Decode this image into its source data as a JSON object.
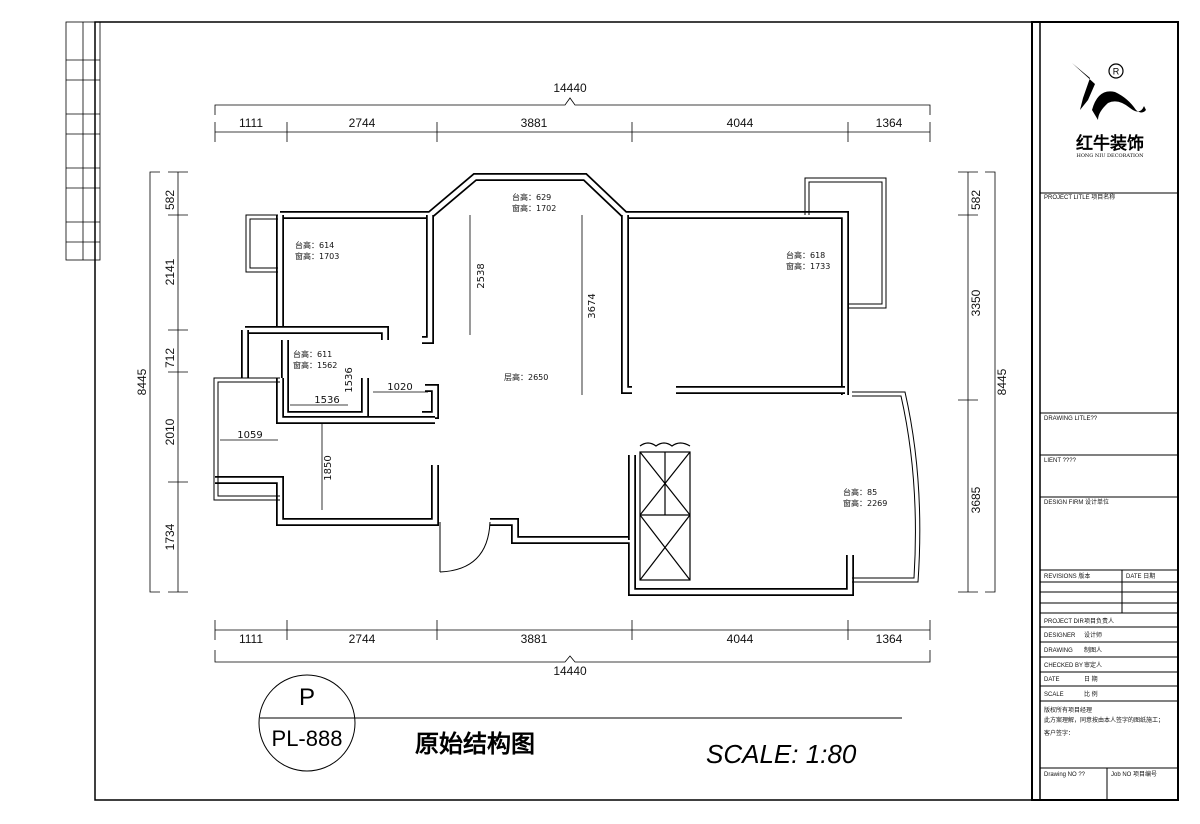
{
  "title_block": {
    "logo_text": "红牛装饰",
    "logo_subtext": "HONG NIU DECORATION",
    "project_title": "PROJECT LITLE 项目名称",
    "drawing_title": "DRAWING LITLE??",
    "client": "LIENT ????",
    "design_firm": "DESIGN FIRM 设计单位",
    "revisions": "REVISIONS 版本",
    "date_header": "DATE 日期",
    "fields": [
      {
        "label": "PROJECT DIR",
        "value": "项目负责人"
      },
      {
        "label": "DESIGNER",
        "value": "设计师"
      },
      {
        "label": "DRAWING",
        "value": "制图人"
      },
      {
        "label": "CHECKED BY",
        "value": "审定人"
      },
      {
        "label": "DATE",
        "value": "日 期"
      },
      {
        "label": "SCALE",
        "value": "比 例"
      }
    ],
    "notes": [
      "版权所有项目经理",
      "此方案理解，同意按由本人签字的图纸施工；",
      "客户签字："
    ],
    "drawing_no": "Drawing NO ??",
    "job_no": "Job NO 项目编号"
  },
  "drawing": {
    "badge_letter": "P",
    "badge_code": "PL-888",
    "title": "原始结构图",
    "scale": "SCALE: 1:80"
  },
  "dimensions": {
    "overall_width": "14440",
    "horizontal": [
      "1111",
      "2744",
      "3881",
      "4044",
      "1364"
    ],
    "overall_height": "8445",
    "left": [
      "582",
      "2141",
      "712",
      "2010",
      "1734"
    ],
    "right": [
      "582",
      "3350",
      "3685"
    ],
    "inner": [
      "2538",
      "3674",
      "1536",
      "1536",
      "1020",
      "1059",
      "1850"
    ]
  },
  "rooms": [
    {
      "sill": "台高：629",
      "window": "窗高：1702"
    },
    {
      "sill": "台高：614",
      "window": "窗高：1703"
    },
    {
      "sill": "台高：618",
      "window": "窗高：1733"
    },
    {
      "sill": "台高：611",
      "window": "窗高：1562"
    },
    {
      "sill": "台高：85",
      "window": "窗高：2269"
    }
  ],
  "ceiling_height": "层高：2650"
}
